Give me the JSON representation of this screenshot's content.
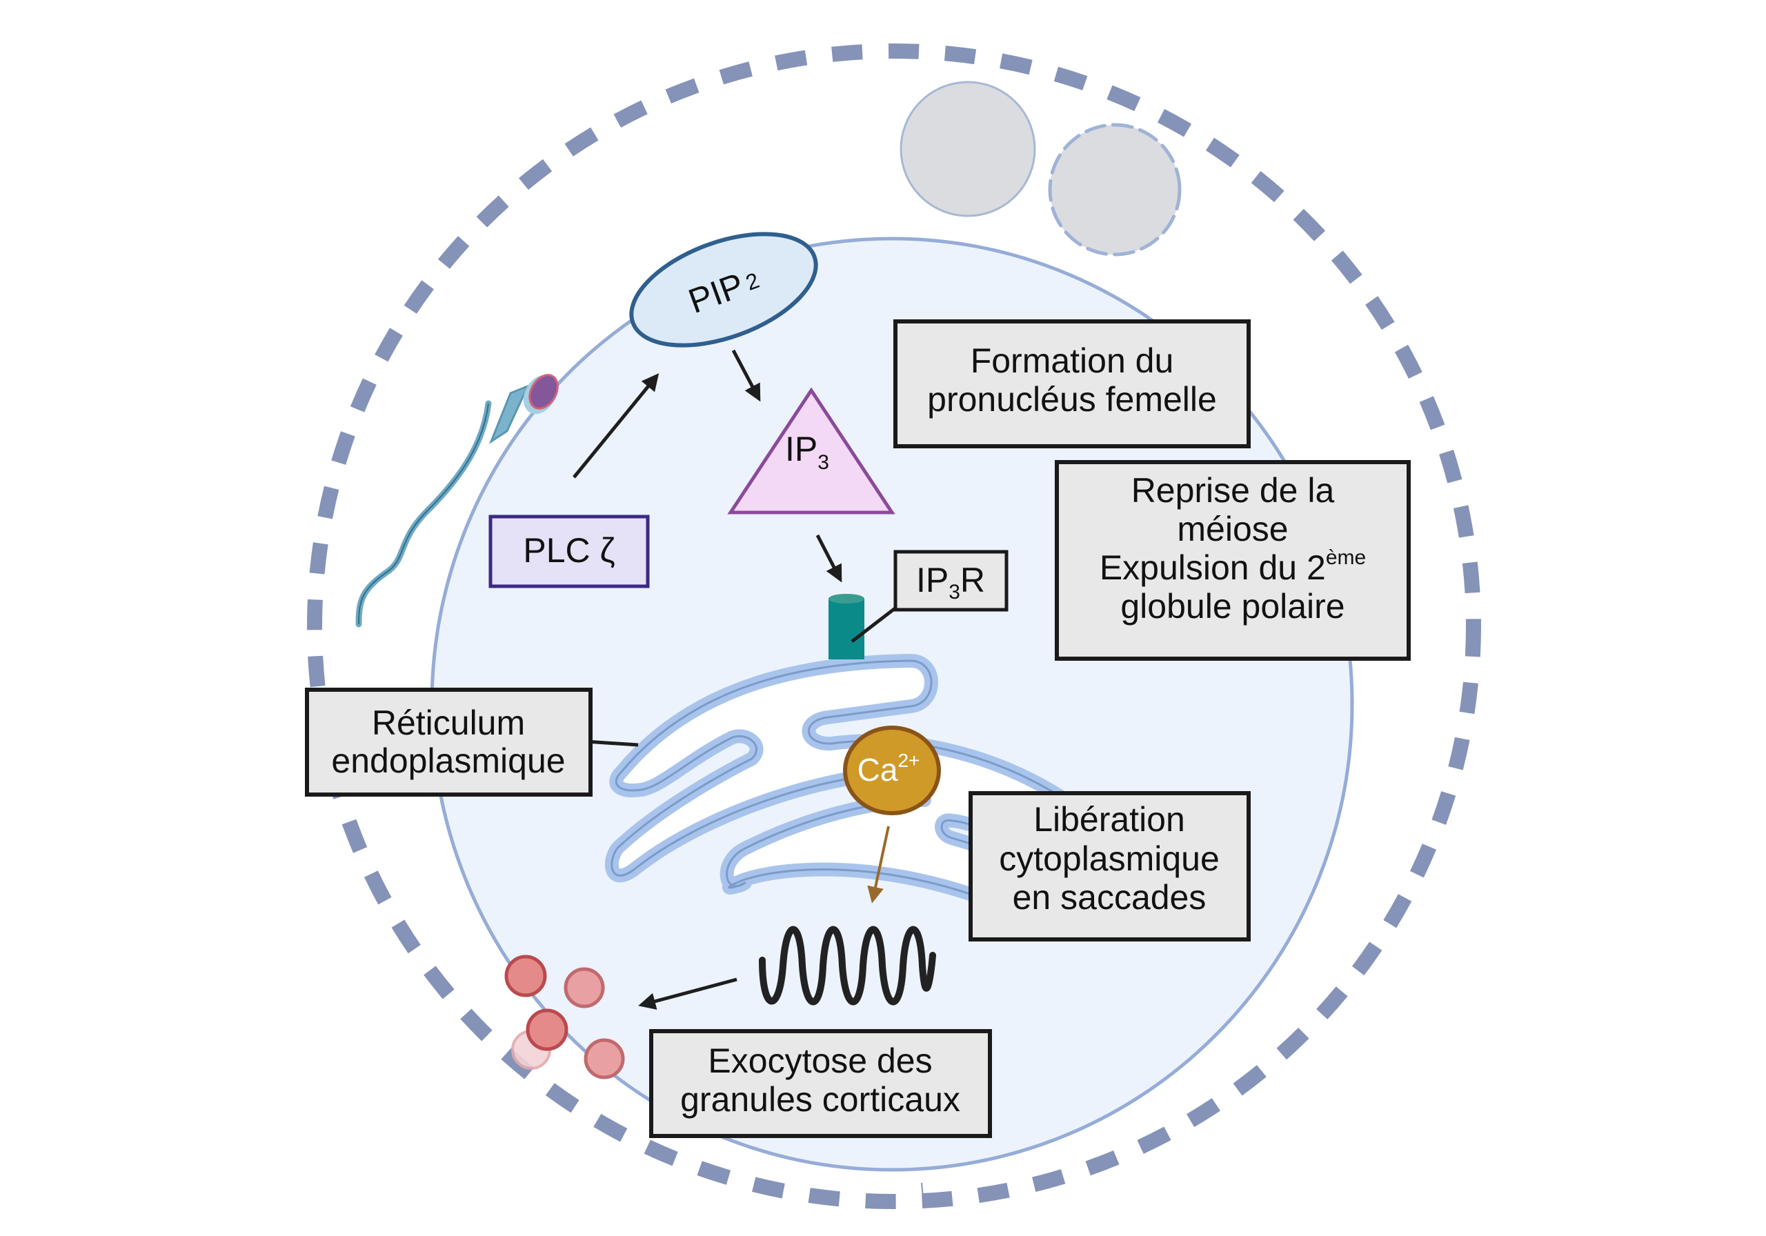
{
  "diagram": {
    "title": "Activation ovocytaire après fécondation",
    "colors": {
      "zona_dash": "#8593b8",
      "cell_fill": "#ecf3fc",
      "cell_stroke": "#96acd8",
      "polar_body_fill": "#dadce0",
      "pip2_fill": "#dceaf8",
      "pip2_stroke": "#2f5f8e",
      "ip3_fill": "#f3d9f5",
      "ip3_stroke": "#8a4a9a",
      "plc_fill": "#e5e1f6",
      "plc_stroke": "#3b2a84",
      "box_fill": "#e8e8e8",
      "box_stroke": "#1a1a1a",
      "er_stroke": "#7b9bc9",
      "er_fill": "#a9c4ec",
      "channel": "#0b8a8a",
      "calcium_fill": "#cf9a28",
      "calcium_stroke": "#8a5418",
      "granule_fill": "#e58a8a",
      "granule_stroke": "#b94a4e",
      "arrow": "#1e1e1e",
      "ca_arrow": "#9a6a2a"
    },
    "molecules": {
      "pip2": {
        "base": "PIP",
        "sub": "2"
      },
      "ip3": {
        "base": "IP",
        "sub": "3"
      },
      "plc": "PLC ζ",
      "ip3r": {
        "base": "IP",
        "sub": "3",
        "suffix": "R"
      },
      "calcium": {
        "base": "Ca",
        "sup": "2+"
      }
    },
    "labels": {
      "pronucleus": [
        "Formation du",
        "pronucléus femelle"
      ],
      "meiosis": {
        "line1": "Reprise de la",
        "line2": "méiose",
        "line3_base": "Expulsion du 2",
        "line3_sup": "ème",
        "line4": "globule polaire"
      },
      "er": [
        "Réticulum",
        "endoplasmique"
      ],
      "release": [
        "Libération",
        "cytoplasmique",
        "en saccades"
      ],
      "exocytosis": [
        "Exocytose des",
        "granules corticaux"
      ]
    },
    "icons": {
      "sperm": "sperm-cell-icon",
      "polar_bodies": "polar-body-icon",
      "channel": "ip3-receptor-channel-icon",
      "oscillation": "calcium-oscillation-wave-icon",
      "granules": "cortical-granule-icon"
    }
  }
}
